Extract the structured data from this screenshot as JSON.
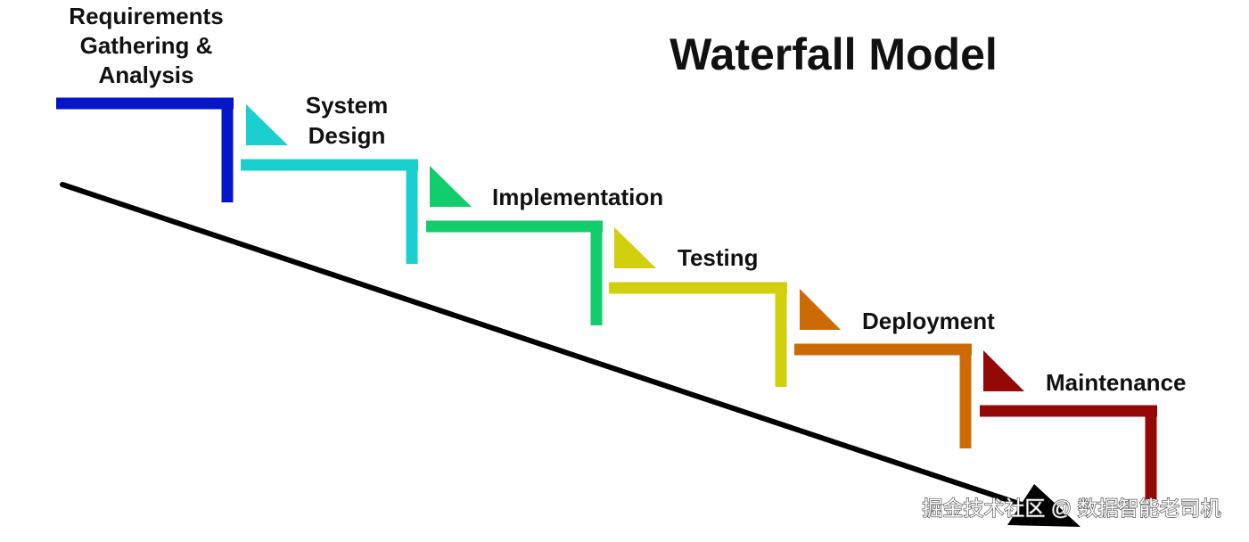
{
  "title": "Waterfall Model",
  "watermark": "掘金技术社区 @ 数据智能老司机",
  "timeline_arrow_color": "#000000",
  "stages": [
    {
      "label_lines": [
        "Requirements",
        "Gathering &",
        "Analysis"
      ],
      "color": "#0515c8"
    },
    {
      "label_lines": [
        "System",
        "Design"
      ],
      "color": "#1ccfcf"
    },
    {
      "label_lines": [
        "Implementation"
      ],
      "color": "#12cd6b"
    },
    {
      "label_lines": [
        "Testing"
      ],
      "color": "#d2cf0c"
    },
    {
      "label_lines": [
        "Deployment"
      ],
      "color": "#cc6b06"
    },
    {
      "label_lines": [
        "Maintenance"
      ],
      "color": "#950808"
    }
  ]
}
